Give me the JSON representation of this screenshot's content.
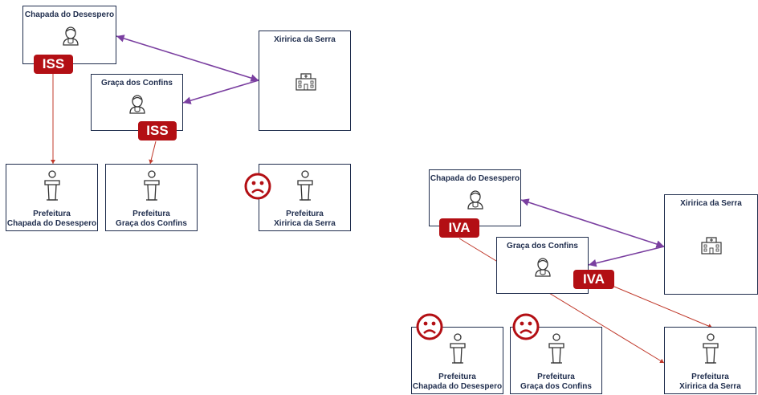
{
  "colors": {
    "border": "#1f2d4d",
    "tax_badge": "#b30f14",
    "service_arrow": "#7a3fa0",
    "tax_arrow": "#c0392b",
    "sad_face": "#b30f14"
  },
  "left_scenario": {
    "provider_1": {
      "title": "Chapada do Desespero",
      "icon": "professional-person-icon"
    },
    "provider_2": {
      "title": "Graça dos Confins",
      "icon": "professional-person-icon"
    },
    "client": {
      "title": "Xiririca da Serra",
      "icon": "hospital-building-icon"
    },
    "tax_1": "ISS",
    "tax_2": "ISS",
    "cityhall_1": {
      "line1": "Prefeitura",
      "line2": "Chapada do Desespero",
      "icon": "podium-speaker-icon"
    },
    "cityhall_2": {
      "line1": "Prefeitura",
      "line2": "Graça dos Confins",
      "icon": "podium-speaker-icon"
    },
    "cityhall_3": {
      "line1": "Prefeitura",
      "line2": "Xiririca da Serra",
      "icon": "podium-speaker-icon",
      "sad": true
    }
  },
  "right_scenario": {
    "provider_1": {
      "title": "Chapada do Desespero",
      "icon": "professional-person-icon"
    },
    "provider_2": {
      "title": "Graça dos Confins",
      "icon": "professional-person-icon"
    },
    "client": {
      "title": "Xiririca da Serra",
      "icon": "hospital-building-icon"
    },
    "tax_1": "IVA",
    "tax_2": "IVA",
    "cityhall_1": {
      "line1": "Prefeitura",
      "line2": "Chapada do Desespero",
      "icon": "podium-speaker-icon",
      "sad": true
    },
    "cityhall_2": {
      "line1": "Prefeitura",
      "line2": "Graça dos Confins",
      "icon": "podium-speaker-icon",
      "sad": true
    },
    "cityhall_3": {
      "line1": "Prefeitura",
      "line2": "Xiririca da Serra",
      "icon": "podium-speaker-icon"
    }
  }
}
